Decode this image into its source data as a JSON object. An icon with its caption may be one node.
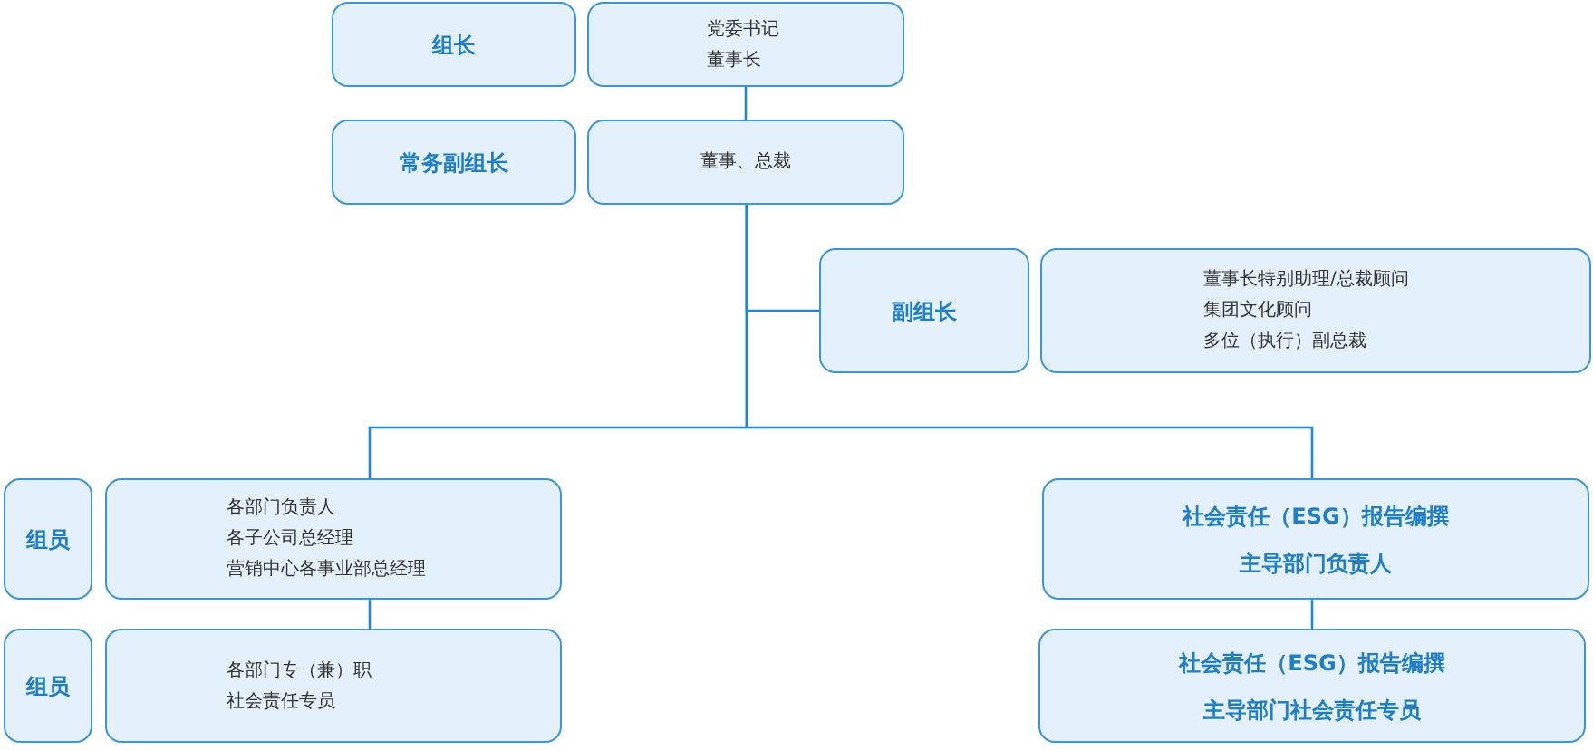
{
  "diagram": {
    "nodes": [
      {
        "text": [
          "组长"
        ]
      },
      {
        "text": [
          "党委书记",
          "董事长"
        ]
      },
      {
        "text": [
          "常务副组长"
        ]
      },
      {
        "text": [
          "董事、总裁"
        ]
      },
      {
        "text": [
          "副组长"
        ]
      },
      {
        "text": [
          "董事长特别助理/总裁顾问",
          "集团文化顾问",
          "多位（执行）副总裁"
        ]
      },
      {
        "text": [
          "组员"
        ]
      },
      {
        "text": [
          "各部门负责人",
          "各子公司总经理",
          "营销中心各事业部总经理"
        ]
      },
      {
        "text": [
          "组员"
        ]
      },
      {
        "text": [
          "各部门专（兼）职",
          "社会责任专员"
        ]
      },
      {
        "text": [
          "社会责任（ESG）报告编撰",
          "主导部门负责人"
        ]
      },
      {
        "text": [
          "社会责任（ESG）报告编撰",
          "主导部门社会责任专员"
        ]
      }
    ],
    "edges": [
      {
        "from": 1,
        "to": 3,
        "arrow": "none"
      },
      {
        "from": 3,
        "to": 4,
        "arrow": "none"
      },
      {
        "from": 3,
        "to": 7,
        "arrow": "none"
      },
      {
        "from": 3,
        "to": 10,
        "arrow": "none"
      },
      {
        "from": 7,
        "to": 9,
        "arrow": "none"
      },
      {
        "from": 10,
        "to": 11,
        "arrow": "none"
      }
    ]
  }
}
